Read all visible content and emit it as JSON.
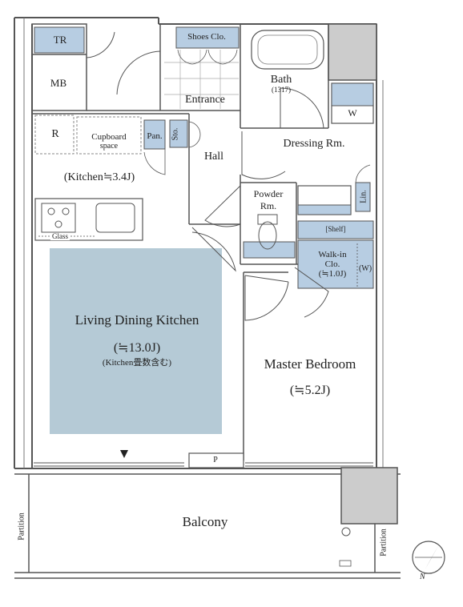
{
  "rooms": {
    "tr": "TR",
    "mb": "MB",
    "shoes": "Shoes Clo.",
    "bath": "Bath",
    "bath_size": "(1317)",
    "entrance": "Entrance",
    "r": "R",
    "cupboard_1": "Cupboard",
    "cupboard_2": "space",
    "pan": "Pan.",
    "sto": "Sto.",
    "hall": "Hall",
    "dressing": "Dressing Rm.",
    "w_top": "W",
    "kitchen_size": "(Kitchen≒3.4J)",
    "powder_1": "Powder",
    "powder_2": "Rm.",
    "lin": "Lin.",
    "shelf": "[Shelf]",
    "walkin_1": "Walk-in",
    "walkin_2": "Clo.",
    "walkin_size": "(≒1.0J)",
    "walkin_w": "(W)",
    "glass": "Glass",
    "ldk": "Living Dining Kitchen",
    "ldk_size": "(≒13.0J)",
    "ldk_note": "(Kitchen畳数含む)",
    "master": "Master Bedroom",
    "master_size": "(≒5.2J)",
    "p": "P",
    "balcony": "Balcony",
    "partition": "Partition",
    "north": "N"
  },
  "colors": {
    "wall": "#555555",
    "fixture_blue": "#b7cde2",
    "ldk_fill": "#b5cad6",
    "column": "#cccccc"
  }
}
